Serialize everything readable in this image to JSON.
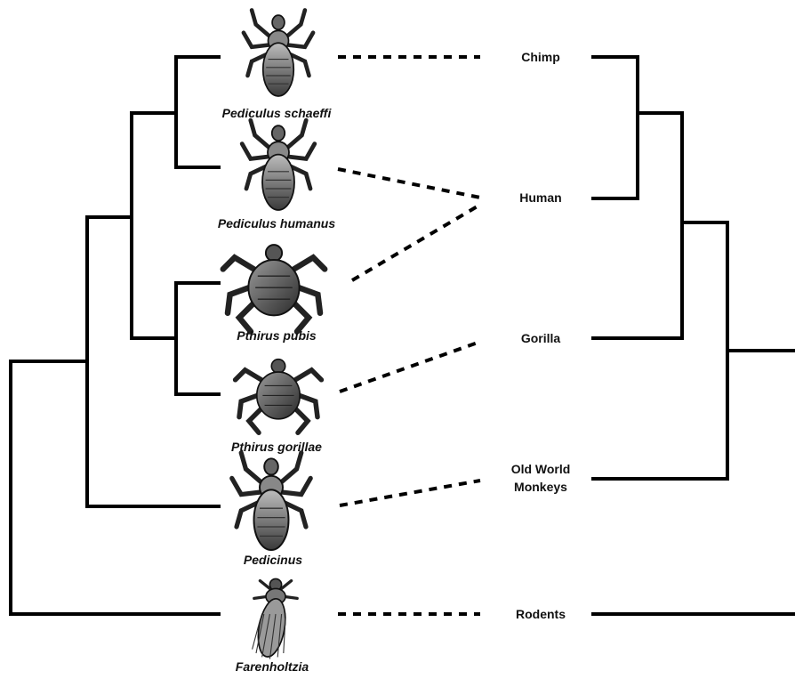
{
  "lice": [
    {
      "name": "Pediculus schaeffi",
      "icon": "louse-pediculus-schaeffi-icon"
    },
    {
      "name": "Pediculus humanus",
      "icon": "louse-pediculus-humanus-icon"
    },
    {
      "name": "Pthirus pubis",
      "icon": "louse-pthirus-pubis-icon"
    },
    {
      "name": "Pthirus gorillae",
      "icon": "louse-pthirus-gorillae-icon"
    },
    {
      "name": "Pedicinus",
      "icon": "louse-pedicinus-icon"
    },
    {
      "name": "Farenholtzia",
      "icon": "louse-farenholtzia-icon"
    }
  ],
  "hosts": [
    {
      "line1": "Chimp",
      "line2": ""
    },
    {
      "line1": "Human",
      "line2": ""
    },
    {
      "line1": "Gorilla",
      "line2": ""
    },
    {
      "line1": "Old World",
      "line2": "Monkeys"
    },
    {
      "line1": "Rodents",
      "line2": ""
    }
  ],
  "associations": [
    {
      "louse": "Pediculus schaeffi",
      "host": "Chimp"
    },
    {
      "louse": "Pediculus humanus",
      "host": "Human"
    },
    {
      "louse": "Pthirus pubis",
      "host": "Human"
    },
    {
      "louse": "Pthirus gorillae",
      "host": "Gorilla"
    },
    {
      "louse": "Pedicinus",
      "host": "Old World Monkeys"
    },
    {
      "louse": "Farenholtzia",
      "host": "Rodents"
    }
  ]
}
